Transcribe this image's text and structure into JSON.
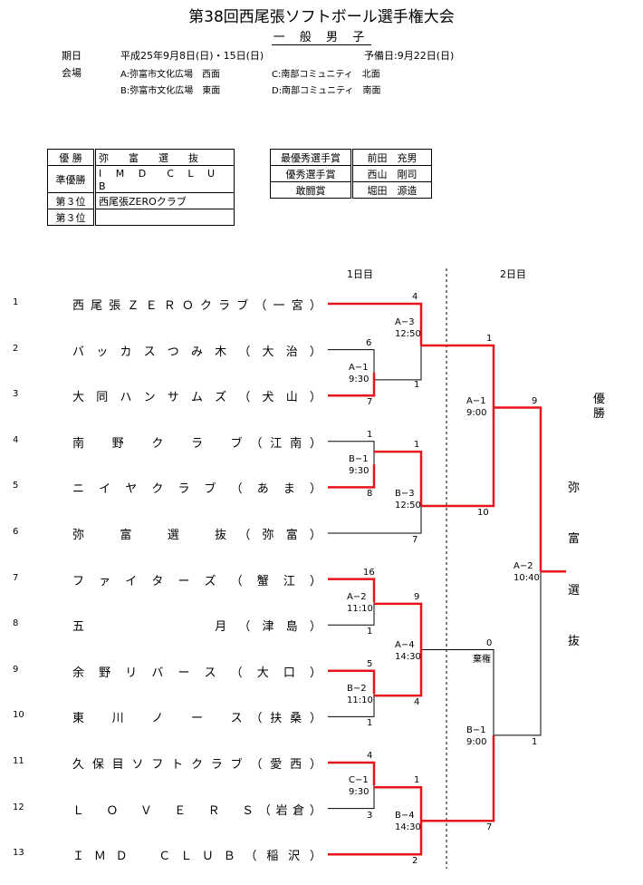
{
  "title": "第38回西尾張ソフトボール選手権大会",
  "division": "一 般 男 子",
  "schedule": {
    "date_label": "期日",
    "date_value": "平成25年9月8日(日)・15日(日)",
    "reserve": "予備日:9月22日(日)",
    "venue_label": "会場",
    "venue_a": "A:弥富市文化広場　西面",
    "venue_b": "B:弥富市文化広場　東面",
    "venue_c": "C:南部コミュニティ　北面",
    "venue_d": "D:南部コミュニティ　南面"
  },
  "results": [
    {
      "label": "優 勝",
      "value": "弥　　富　　選　　抜"
    },
    {
      "label": "準優勝",
      "value": "I M D　C L U B"
    },
    {
      "label": "第３位",
      "value": "西尾張ZEROクラブ"
    },
    {
      "label": "第３位",
      "value": ""
    }
  ],
  "awards": [
    {
      "label": "最優秀選手賞",
      "value": "前田　充男"
    },
    {
      "label": "優秀選手賞",
      "value": "西山　剛司"
    },
    {
      "label": "敢闘賞",
      "value": "堀田　源造"
    }
  ],
  "bracket": {
    "day1_label": "1日目",
    "day2_label": "2日目",
    "teams": [
      {
        "num": "1",
        "name": "西尾張ＺＥＲＯクラブ（一宮）"
      },
      {
        "num": "2",
        "name": "バッカスつみ木（大治）"
      },
      {
        "num": "3",
        "name": "大同ハンサムズ（犬山）"
      },
      {
        "num": "4",
        "name": "南　野　ク　ラ　ブ（江南）"
      },
      {
        "num": "5",
        "name": "ニイヤクラブ（あま）"
      },
      {
        "num": "6",
        "name": "弥　富　選　抜（弥富）"
      },
      {
        "num": "7",
        "name": "ファイターズ（蟹江）"
      },
      {
        "num": "8",
        "name": "五　　　　　月（津島）"
      },
      {
        "num": "9",
        "name": "余野リバース（大口）"
      },
      {
        "num": "10",
        "name": "東　川　ノ　ー　ス（扶桑）"
      },
      {
        "num": "11",
        "name": "久保目ソフトクラブ（愛西）"
      },
      {
        "num": "12",
        "name": "Ｌ　Ｏ　Ｖ　Ｅ　Ｒ　Ｓ（岩倉）"
      },
      {
        "num": "13",
        "name": "ＩＭＤ　ＣＬＵＢ（稲沢）"
      }
    ],
    "matches": [
      {
        "id": "A−1",
        "time": "9:30"
      },
      {
        "id": "A−3",
        "time": "12:50"
      },
      {
        "id": "B−1",
        "time": "9:30"
      },
      {
        "id": "B−3",
        "time": "12:50"
      },
      {
        "id": "A−2",
        "time": "11:10"
      },
      {
        "id": "A−4",
        "time": "14:30"
      },
      {
        "id": "B−2",
        "time": "11:10"
      },
      {
        "id": "C−1",
        "time": "9:30"
      },
      {
        "id": "B−4",
        "time": "14:30"
      },
      {
        "id": "A−1",
        "time": "9:00"
      },
      {
        "id": "B−1",
        "time": "9:00"
      },
      {
        "id": "A−2",
        "time": "10:40"
      }
    ],
    "scores": {
      "s1": "4",
      "s2": "6",
      "s3": "7",
      "a1_top": "1",
      "a3_top": "1",
      "a3_bot": "1",
      "s4": "1",
      "s5": "8",
      "b1_top": "1",
      "b3_bot": "7",
      "s7": "16",
      "s8": "1",
      "a2_top": "9",
      "s9": "5",
      "s10": "1",
      "b2_bot": "4",
      "s11": "4",
      "s12": "3",
      "c1_top": "1",
      "s13": "2",
      "a1d2_top": "1",
      "a1d2_bot": "10",
      "b1d2_top": "0",
      "forfeit": "棄権",
      "b1d2_bot": "7",
      "final_top": "9",
      "final_bot": "1"
    },
    "champion_label": "優\n勝",
    "champion": [
      "弥",
      "富",
      "選",
      "抜"
    ],
    "highlight_color": "#e8141b"
  }
}
